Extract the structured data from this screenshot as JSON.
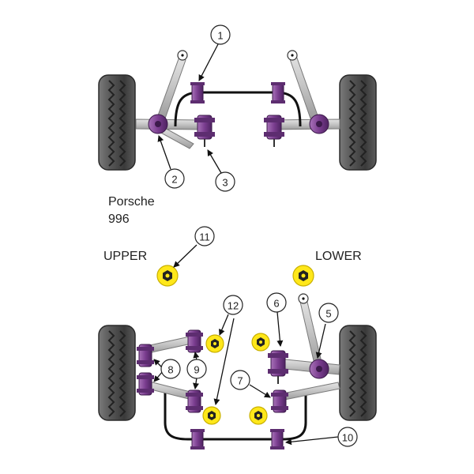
{
  "title": "Porsche",
  "model": "996",
  "labels": {
    "upper": "UPPER",
    "lower": "LOWER"
  },
  "callouts": [
    {
      "id": "c1",
      "text": "1"
    },
    {
      "id": "c2",
      "text": "2"
    },
    {
      "id": "c3",
      "text": "3"
    },
    {
      "id": "c5",
      "text": "5"
    },
    {
      "id": "c6",
      "text": "6"
    },
    {
      "id": "c7",
      "text": "7"
    },
    {
      "id": "c8",
      "text": "8"
    },
    {
      "id": "c9",
      "text": "9"
    },
    {
      "id": "c10",
      "text": "10"
    },
    {
      "id": "c11",
      "text": "11"
    },
    {
      "id": "c12",
      "text": "12"
    }
  ],
  "colors": {
    "bush": "#7a3d8f",
    "bush_dark": "#4e2361",
    "bush_light": "#a872b8",
    "yellow": "#ffe71a",
    "arm": "#c8c8c8",
    "arm_edge": "#7a7a7a",
    "tyre": "#4a4a4a"
  }
}
